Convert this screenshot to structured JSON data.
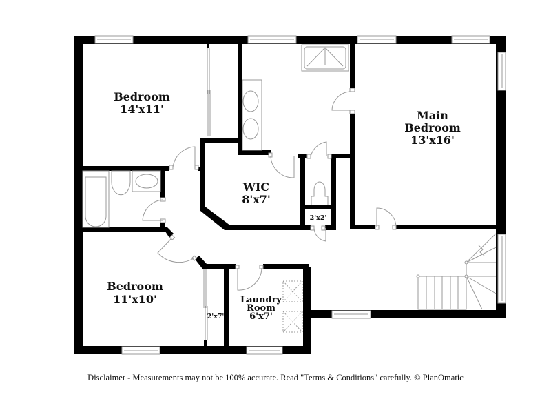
{
  "floorplan": {
    "rooms": [
      {
        "id": "bedroom-1",
        "name": "Bedroom",
        "dims": "14'x11'"
      },
      {
        "id": "main-bedroom",
        "name_line1": "Main",
        "name_line2": "Bedroom",
        "dims": "13'x16'"
      },
      {
        "id": "wic",
        "name": "WIC",
        "dims": "8'x7'"
      },
      {
        "id": "bedroom-2",
        "name": "Bedroom",
        "dims": "11'x10'"
      },
      {
        "id": "laundry",
        "name_line1": "Laundry",
        "name_line2": "Room",
        "dims": "6'x7'"
      },
      {
        "id": "linen-closet",
        "dims": "2'x2'"
      },
      {
        "id": "closet",
        "dims": "2'x7'"
      }
    ]
  },
  "footer": {
    "disclaimer": "Disclaimer - Measurements may not be 100% accurate. Read \"Terms & Conditions\" carefully. © PlanOmatic"
  }
}
